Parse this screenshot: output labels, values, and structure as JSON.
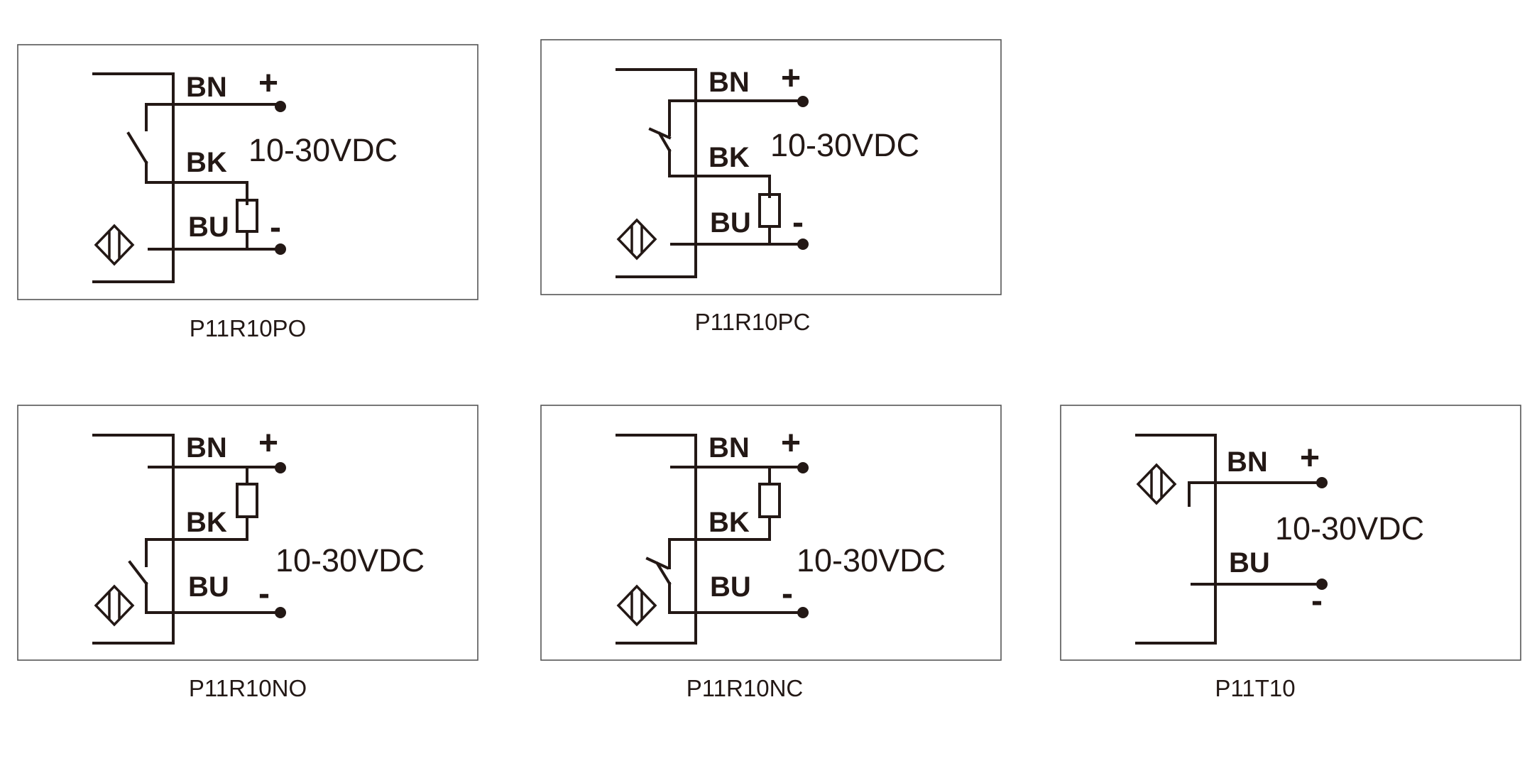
{
  "diagrams": [
    {
      "model": "P11R10PO",
      "wires": {
        "brown": "BN",
        "black": "BK",
        "blue": "BU"
      },
      "signs": {
        "plus": "+",
        "minus": "-"
      },
      "voltage": "10-30VDC"
    },
    {
      "model": "P11R10PC",
      "wires": {
        "brown": "BN",
        "black": "BK",
        "blue": "BU"
      },
      "signs": {
        "plus": "+",
        "minus": "-"
      },
      "voltage": "10-30VDC"
    },
    {
      "model": "P11R10NO",
      "wires": {
        "brown": "BN",
        "black": "BK",
        "blue": "BU"
      },
      "signs": {
        "plus": "+",
        "minus": "-"
      },
      "voltage": "10-30VDC"
    },
    {
      "model": "P11R10NC",
      "wires": {
        "brown": "BN",
        "black": "BK",
        "blue": "BU"
      },
      "signs": {
        "plus": "+",
        "minus": "-"
      },
      "voltage": "10-30VDC"
    },
    {
      "model": "P11T10",
      "wires": {
        "brown": "BN",
        "blue": "BU"
      },
      "signs": {
        "plus": "+",
        "minus": "-"
      },
      "voltage": "10-30VDC"
    }
  ],
  "colors": {
    "ink": "#231815",
    "frame": "#555555",
    "background": "#ffffff"
  }
}
